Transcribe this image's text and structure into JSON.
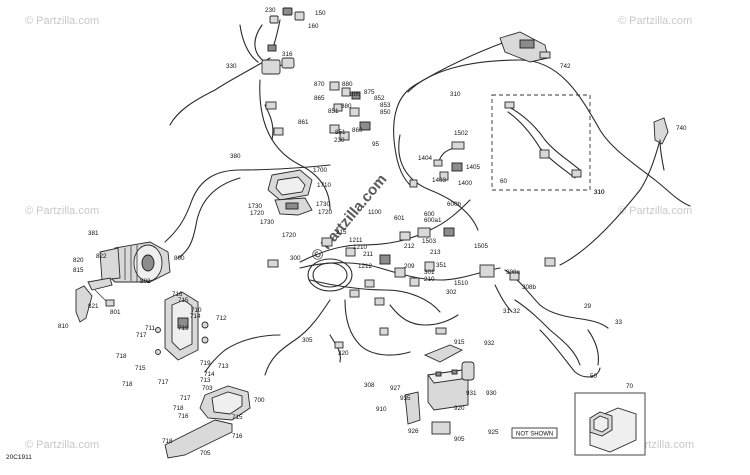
{
  "diagram": {
    "figure_code": "20C1911",
    "not_shown_label": "NOT SHOWN",
    "watermark_small": "© Partzilla.com",
    "watermark_large": "© Partzilla.com",
    "callouts": [
      {
        "id": "c230",
        "text": "230"
      },
      {
        "id": "c150",
        "text": "150"
      },
      {
        "id": "c160",
        "text": "160"
      },
      {
        "id": "c316",
        "text": "316"
      },
      {
        "id": "c330",
        "text": "330"
      },
      {
        "id": "c742",
        "text": "742"
      },
      {
        "id": "c870",
        "text": "870"
      },
      {
        "id": "c880",
        "text": "880"
      },
      {
        "id": "c875",
        "text": "875"
      },
      {
        "id": "c865",
        "text": "865"
      },
      {
        "id": "c886",
        "text": "886"
      },
      {
        "id": "c852",
        "text": "852"
      },
      {
        "id": "c880b",
        "text": "880"
      },
      {
        "id": "c851",
        "text": "851"
      },
      {
        "id": "c853",
        "text": "853"
      },
      {
        "id": "c850",
        "text": "850"
      },
      {
        "id": "c310",
        "text": "310"
      },
      {
        "id": "c861",
        "text": "861"
      },
      {
        "id": "c851b",
        "text": "851"
      },
      {
        "id": "c860",
        "text": "860"
      },
      {
        "id": "c230b",
        "text": "230"
      },
      {
        "id": "c95",
        "text": "95"
      },
      {
        "id": "c740",
        "text": "740"
      },
      {
        "id": "c1502",
        "text": "1502"
      },
      {
        "id": "c1404",
        "text": "1404"
      },
      {
        "id": "c1405",
        "text": "1405"
      },
      {
        "id": "c1403",
        "text": "1403"
      },
      {
        "id": "c1400",
        "text": "1400"
      },
      {
        "id": "c60",
        "text": "60"
      },
      {
        "id": "c380",
        "text": "380"
      },
      {
        "id": "c1700",
        "text": "1700"
      },
      {
        "id": "c1710",
        "text": "1710"
      },
      {
        "id": "c310b",
        "text": "310"
      },
      {
        "id": "c1730",
        "text": "1730"
      },
      {
        "id": "c1720",
        "text": "1720"
      },
      {
        "id": "c1730b",
        "text": "1730"
      },
      {
        "id": "c1730c",
        "text": "1730"
      },
      {
        "id": "c1720b",
        "text": "1720"
      },
      {
        "id": "c1720c",
        "text": "1720"
      },
      {
        "id": "c1100",
        "text": "1100"
      },
      {
        "id": "c600b",
        "text": "600b"
      },
      {
        "id": "c601",
        "text": "601"
      },
      {
        "id": "c600",
        "text": "600"
      },
      {
        "id": "c600a1",
        "text": "600a1"
      },
      {
        "id": "c215",
        "text": "215"
      },
      {
        "id": "c1211",
        "text": "1211"
      },
      {
        "id": "c1210",
        "text": "1210"
      },
      {
        "id": "c211",
        "text": "211"
      },
      {
        "id": "c212",
        "text": "212"
      },
      {
        "id": "c1503",
        "text": "1503"
      },
      {
        "id": "c1505",
        "text": "1505"
      },
      {
        "id": "c381",
        "text": "381"
      },
      {
        "id": "c820",
        "text": "820"
      },
      {
        "id": "c822",
        "text": "822"
      },
      {
        "id": "c800",
        "text": "800"
      },
      {
        "id": "c815",
        "text": "815"
      },
      {
        "id": "c300",
        "text": "300"
      },
      {
        "id": "c1212",
        "text": "1212"
      },
      {
        "id": "c213",
        "text": "213"
      },
      {
        "id": "c351",
        "text": "351"
      },
      {
        "id": "c210",
        "text": "210"
      },
      {
        "id": "c209",
        "text": "209"
      },
      {
        "id": "c301",
        "text": "301"
      },
      {
        "id": "c1510",
        "text": "1510"
      },
      {
        "id": "c302",
        "text": "302"
      },
      {
        "id": "c308a",
        "text": "308a"
      },
      {
        "id": "c308b",
        "text": "308b"
      },
      {
        "id": "c31",
        "text": "31"
      },
      {
        "id": "c32",
        "text": "32"
      },
      {
        "id": "c29",
        "text": "29"
      },
      {
        "id": "c33",
        "text": "33"
      },
      {
        "id": "c802",
        "text": "802"
      },
      {
        "id": "c821",
        "text": "821"
      },
      {
        "id": "c801",
        "text": "801"
      },
      {
        "id": "c810",
        "text": "810"
      },
      {
        "id": "c716",
        "text": "716"
      },
      {
        "id": "c715",
        "text": "715"
      },
      {
        "id": "c710",
        "text": "710"
      },
      {
        "id": "c714",
        "text": "714"
      },
      {
        "id": "c711",
        "text": "711"
      },
      {
        "id": "c712",
        "text": "712"
      },
      {
        "id": "c719",
        "text": "719"
      },
      {
        "id": "c717",
        "text": "717"
      },
      {
        "id": "c718",
        "text": "718"
      },
      {
        "id": "c719b",
        "text": "719"
      },
      {
        "id": "c713",
        "text": "713"
      },
      {
        "id": "c305",
        "text": "305"
      },
      {
        "id": "c320",
        "text": "320"
      },
      {
        "id": "c915",
        "text": "915"
      },
      {
        "id": "c932",
        "text": "932"
      },
      {
        "id": "c718b",
        "text": "718"
      },
      {
        "id": "c715b",
        "text": "715"
      },
      {
        "id": "c717b",
        "text": "717"
      },
      {
        "id": "c713b",
        "text": "713"
      },
      {
        "id": "c714b",
        "text": "714"
      },
      {
        "id": "c703",
        "text": "703"
      },
      {
        "id": "c700",
        "text": "700"
      },
      {
        "id": "c717c",
        "text": "717"
      },
      {
        "id": "c718c",
        "text": "718"
      },
      {
        "id": "c716b",
        "text": "716"
      },
      {
        "id": "c715c",
        "text": "715"
      },
      {
        "id": "c308",
        "text": "308"
      },
      {
        "id": "c927",
        "text": "927"
      },
      {
        "id": "c920",
        "text": "920"
      },
      {
        "id": "c931",
        "text": "931"
      },
      {
        "id": "c930",
        "text": "930"
      },
      {
        "id": "c935",
        "text": "935"
      },
      {
        "id": "c910",
        "text": "910"
      },
      {
        "id": "c50",
        "text": "50"
      },
      {
        "id": "c70",
        "text": "70"
      },
      {
        "id": "c926",
        "text": "926"
      },
      {
        "id": "c905",
        "text": "905"
      },
      {
        "id": "c925",
        "text": "925"
      },
      {
        "id": "c718d",
        "text": "718"
      },
      {
        "id": "c716c",
        "text": "716"
      },
      {
        "id": "c705",
        "text": "705"
      },
      {
        "id": "c310c",
        "text": "310"
      }
    ]
  }
}
